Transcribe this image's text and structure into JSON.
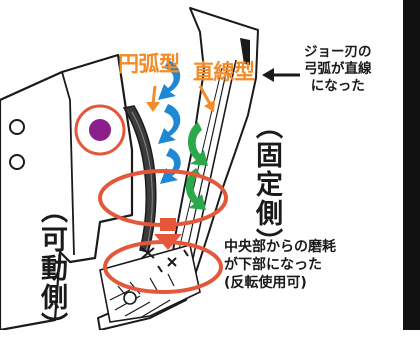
{
  "labels": {
    "arc_type": "円弧型",
    "straight_type": "直線型",
    "jaw_note_lines": [
      "ジョー刃の",
      "弓弧が直線",
      "になった"
    ],
    "fixed_side": "（固定側）",
    "movable_side": "（可動側）",
    "wear_note_lines": [
      "中央部からの磨耗",
      "が下部になった",
      "(反転使用可)"
    ]
  },
  "colors": {
    "label_orange": "#f28c28",
    "circle_red": "#e4573b",
    "bolt_purple": "#8b1f8c",
    "arrow_blue": "#1e88d4",
    "arrow_green": "#2aa84a",
    "text_black": "#1a1a1a",
    "right_bar": "#111111"
  }
}
